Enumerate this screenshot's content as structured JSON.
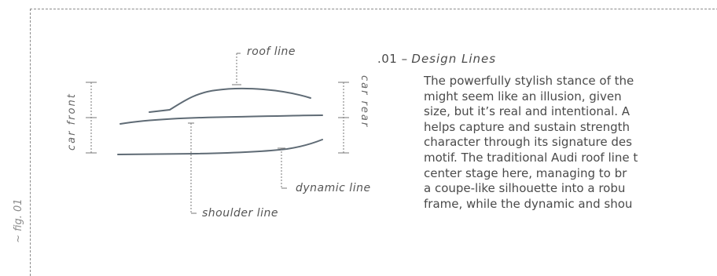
{
  "figure": {
    "caption": "~ fig. 01",
    "labels": {
      "roof_line": "roof line",
      "car_front": "car front",
      "car_rear": "car rear",
      "dynamic_line": "dynamic line",
      "shoulder_line": "shoulder line"
    }
  },
  "section": {
    "number": ".01 –",
    "title": "Design Lines",
    "paragraph_lines": [
      "The powerfully stylish stance of the",
      "might seem like an illusion, given",
      "size, but it’s real and intentional. A",
      "helps capture and sustain strength",
      "character through its signature des",
      "motif. The traditional Audi roof line t",
      "center stage here, managing to br",
      "a coupe-like silhouette into a robu",
      "frame, while the dynamic and shou"
    ]
  }
}
